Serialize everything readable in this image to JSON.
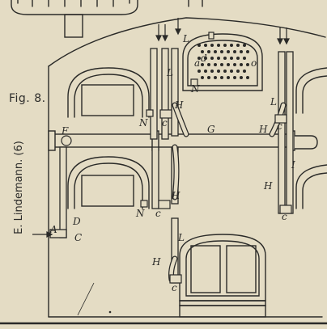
{
  "figure": {
    "label": "Fig. 8.",
    "credit": "E. Lindemann. (6)"
  },
  "diagram_labels": {
    "A": "A",
    "C": "C",
    "D": "D",
    "F": "F",
    "G": "G",
    "H_left_upper": "H",
    "H_left_mid": "H",
    "H_left_lower": "H",
    "H_right_upper": "H",
    "H_right_lower": "H",
    "I": "I",
    "L_top": "L",
    "L_upper": "L",
    "L_mid": "L",
    "L_right": "L",
    "N_upper": "N",
    "N_lower": "N",
    "N_center": "N",
    "c1": "c",
    "c2": "c",
    "c3": "c",
    "c4": "c",
    "c5": "c",
    "a": "a",
    "o": "o",
    "d": "d"
  },
  "colors": {
    "paper": "#e4dcc4",
    "ink": "#2a2a28"
  }
}
